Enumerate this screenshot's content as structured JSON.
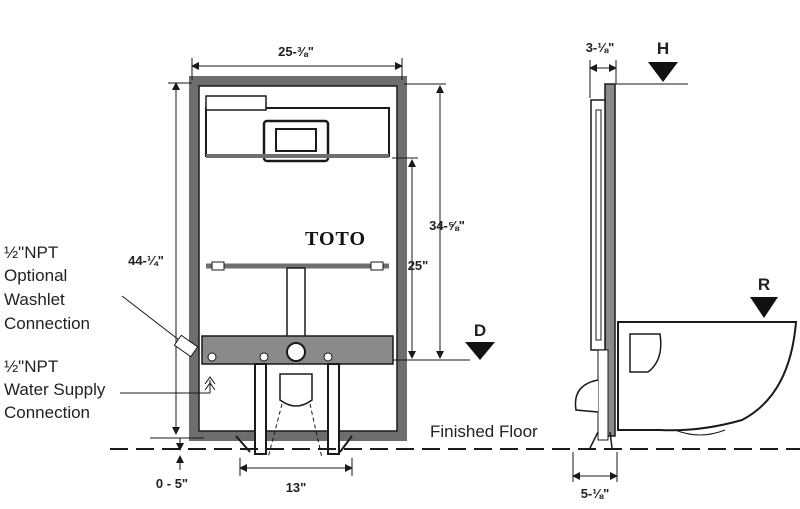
{
  "brand": "TOTO",
  "dimensions": {
    "frame_width": "25-⅜\"",
    "frame_height": "44-¼\"",
    "upper_height": "34-⅝\"",
    "mid_height": "25\"",
    "floor_gap": "0 - 5\"",
    "leg_spacing": "13\"",
    "top_depth": "3-⅛\"",
    "base_depth": "5-⅛\""
  },
  "callouts": {
    "washlet": [
      "½\"NPT",
      "Optional",
      "Washlet",
      "Connection"
    ],
    "water_supply": [
      "½\"NPT",
      "Water Supply",
      "Connection"
    ],
    "finished_floor": "Finished Floor"
  },
  "markers": {
    "h": "H",
    "d": "D",
    "r": "R"
  },
  "colors": {
    "frame": "#6e6e6e",
    "line": "#1a1a1a",
    "band": "#8a8a8a"
  }
}
